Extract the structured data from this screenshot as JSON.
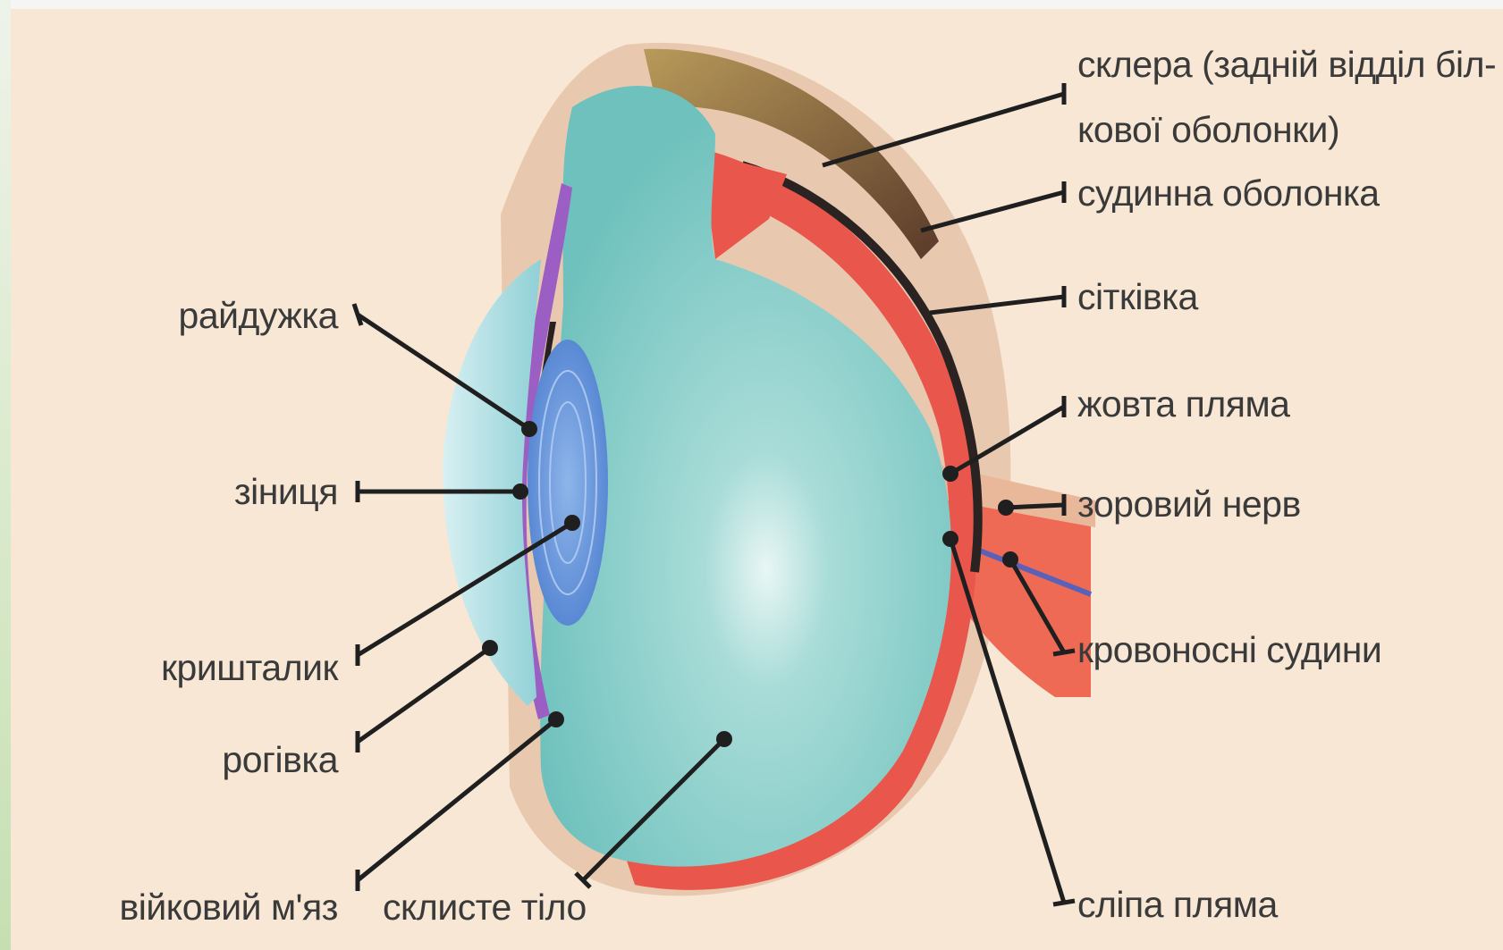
{
  "labels": {
    "sclera_line1": "склера (задній відділ біл-",
    "sclera_line2": "кової оболонки)",
    "choroid": "судинна оболонка",
    "retina": "сітківка",
    "macula": "жовта пляма",
    "optic_nerve": "зоровий нерв",
    "blood_vessels": "кровоносні судини",
    "blind_spot": "сліпа пляма",
    "iris": "райдужка",
    "pupil": "зіниця",
    "lens": "кришталик",
    "cornea": "рогівка",
    "ciliary_muscle": "війковий м'яз",
    "vitreous_body": "склисте тіло"
  }
}
